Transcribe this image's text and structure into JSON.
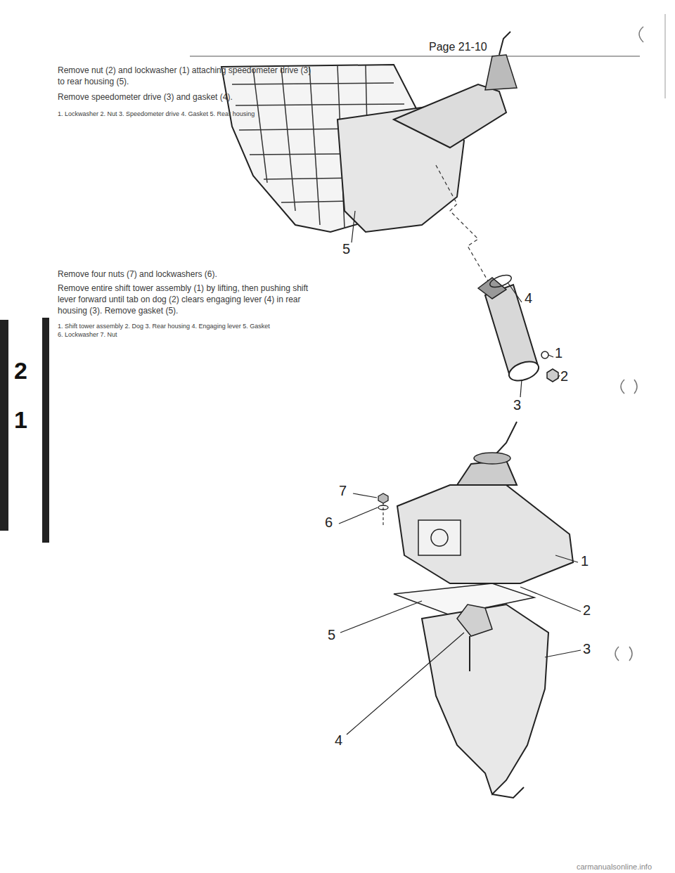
{
  "diagram": {
    "labels": [
      "Page 21-10",
      "Remove nut (2) and lockwasher (1) attaching speedometer drive (3) to rear housing (5).",
      "Remove speedometer drive (3) and gasket (4).",
      "1. Lockwasher 2. Nut 3. Speedometer drive 4. Gasket 5. Rear housing",
      "Remove four nuts (7) and lockwashers (6).",
      "Remove entire shift tower assembly (1) by lifting, then pushing shift lever forward until tab on dog (2) clears engaging lever (4) in rear housing (3). Remove gasket (5).",
      "1. Shift tower assembly 2. Dog 3. Rear housing 4. Engaging lever 5. Gasket 6. Lockwasher 7. Nut",
      "5",
      "4",
      "1",
      "2",
      "3",
      "7",
      "6",
      "1",
      "2",
      "3",
      "5",
      "4",
      "2",
      "1",
      "carmanualsonline.info"
    ]
  }
}
